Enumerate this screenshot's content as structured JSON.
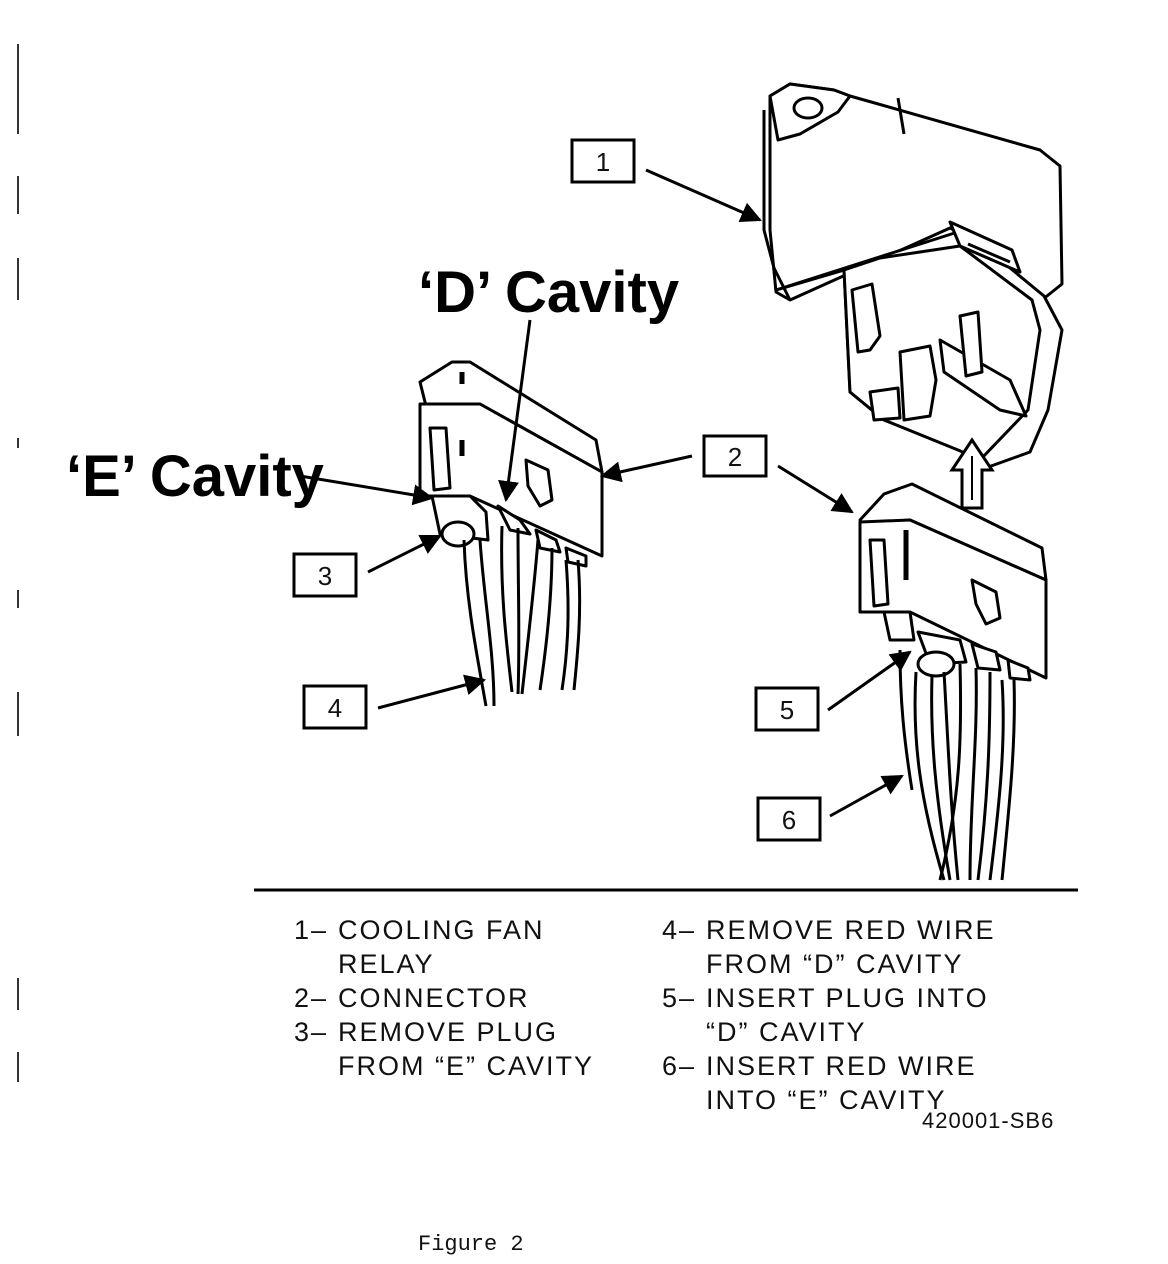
{
  "cavity_labels": {
    "d": "‘D’ Cavity",
    "e": "‘E’ Cavity"
  },
  "callouts": [
    "1",
    "2",
    "3",
    "4",
    "5",
    "6"
  ],
  "legend": [
    {
      "num": "1–",
      "line1": "COOLING FAN",
      "line2": "RELAY"
    },
    {
      "num": "2–",
      "line1": "CONNECTOR",
      "line2": ""
    },
    {
      "num": "3–",
      "line1": "REMOVE PLUG",
      "line2": "FROM  “E” CAVITY"
    },
    {
      "num": "4–",
      "line1": "REMOVE RED WIRE",
      "line2": "FROM “D” CAVITY"
    },
    {
      "num": "5–",
      "line1": "INSERT PLUG INTO",
      "line2": "“D” CAVITY"
    },
    {
      "num": "6–",
      "line1": "INSERT RED WIRE",
      "line2": "INTO “E” CAVITY"
    }
  ],
  "part_number": "420001-SB6",
  "figure_caption": "Figure 2"
}
